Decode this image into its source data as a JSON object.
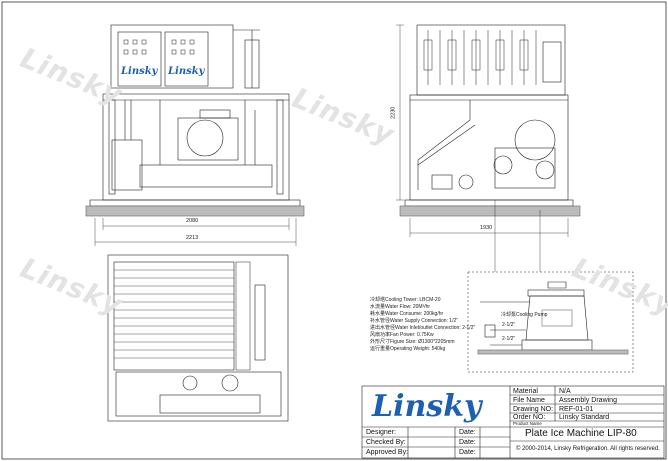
{
  "watermark": {
    "text": "Linsky"
  },
  "front_view": {
    "dims": {
      "inner": "2080",
      "outer": "2213"
    },
    "panel_logos": [
      "Linsky",
      "Linsky"
    ]
  },
  "side_view": {
    "dims": {
      "height": "2230",
      "width": "1930"
    }
  },
  "specs": [
    "冷却塔Cooling Tower: LBCM-20",
    "水流量Water Flow: 20M³/hr",
    "耗水量Water Consume: 200kg/hr",
    "补水管径Water Supply Connection: 1/2\"",
    "进出水管径Water Inlet/outlet Connection: 2-1/2\"",
    "风扇功率Fan Power: 0.75Kw",
    "外形尺寸Figure Size: Ø1300*2205mm",
    "运行重量Operating Weight: 540kg"
  ],
  "tower": {
    "pump_label": "冷却泵Cooling Pump",
    "pipe_labels": [
      "2-1/2\"",
      "2-1/2\""
    ]
  },
  "title_block": {
    "logo": "Linsky",
    "labels": {
      "material": "Material",
      "file_name": "File Name",
      "drawing_no": "Drawing NO:",
      "order_no": "Order NO:",
      "product_name": "Product Name",
      "designer": "Designer:",
      "checked_by": "Checked By:",
      "approved_by": "Approved By:",
      "date": "Date:"
    },
    "values": {
      "material": "N/A",
      "file_name": "Assembly Drawing",
      "drawing_no": "REF-01-01",
      "order_no": "Linsky Standard",
      "product_name": "Plate Ice Machine LIP-80",
      "copyright": "©  2000-2014, Linsky Refrigeration. All rights reserved."
    }
  }
}
